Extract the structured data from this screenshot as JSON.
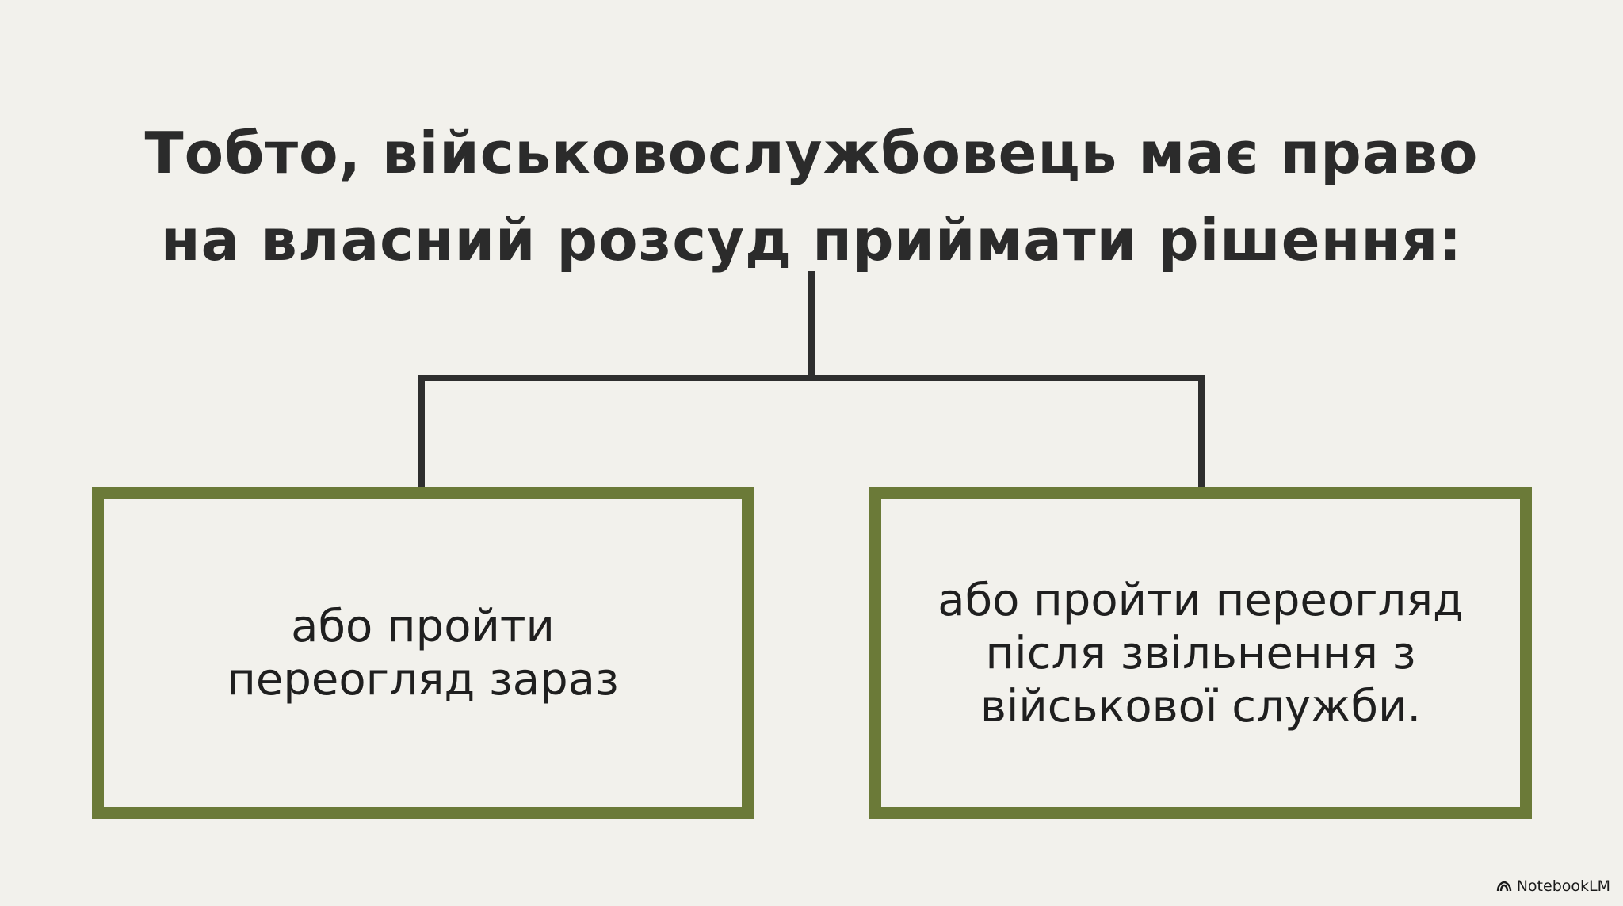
{
  "title": {
    "line1": "Тобто, військовослужбовець має право",
    "line2": "на власний розсуд приймати рішення:"
  },
  "options": [
    {
      "lines": [
        "або пройти",
        "переогляд зараз"
      ]
    },
    {
      "lines": [
        "або пройти переогляд",
        "після звільнення з",
        "військової служби."
      ]
    }
  ],
  "branding": {
    "label": "NotebookLM",
    "icon": "notebooklm-logo-icon"
  },
  "colors": {
    "background": "#f2f1ec",
    "box_border": "#6b7a38",
    "connector": "#2e2e2e",
    "text": "#2b2b2b"
  }
}
